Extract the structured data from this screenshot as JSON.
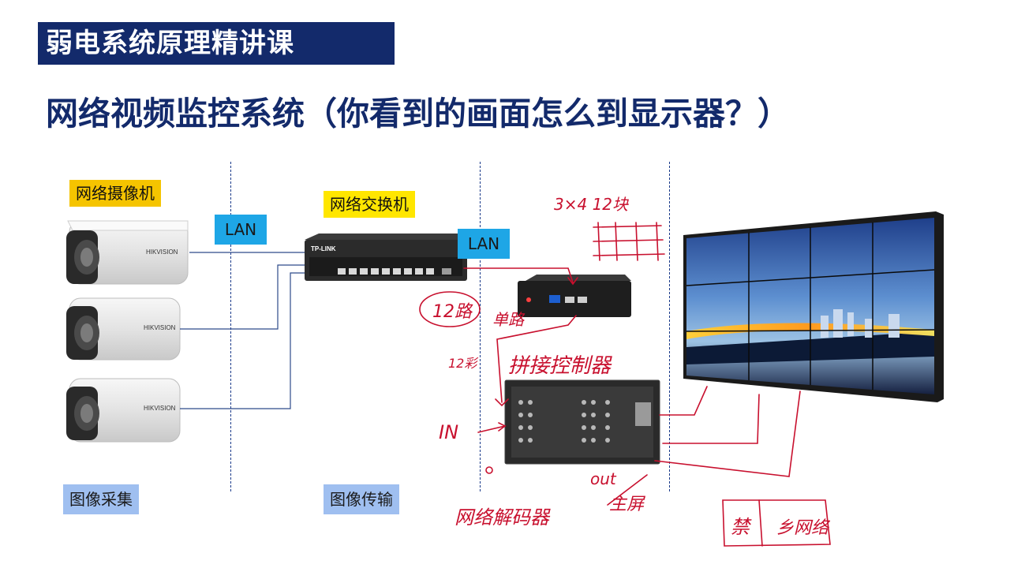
{
  "header": {
    "course_title": "弱电系统原理精讲课",
    "slide_title": "网络视频监控系统（你看到的画面怎么到显示器？）"
  },
  "labels": {
    "camera": "网络摄像机",
    "switch": "网络交换机",
    "lan_left": "LAN",
    "lan_right": "LAN",
    "capture": "图像采集",
    "transmission": "图像传输"
  },
  "devices": {
    "camera_brand": "HIKVISION",
    "switch_brand": "TP-LINK"
  },
  "handwriting": {
    "wall_spec": "3×4 12块",
    "channels_circled": "12路",
    "single_channel": "单路",
    "twelve_ch": "12彩",
    "splicer": "拼接控制器",
    "in_label": "IN",
    "out_label": "out",
    "screen": "主屏",
    "decoder": "网络解码器",
    "box_left": "禁",
    "box_right": "乡网络"
  },
  "colors": {
    "navy": "#132a6b",
    "yellow": "#ffe600",
    "blue_tag": "#1ea6e6",
    "light_blue_tag": "#9fbff0",
    "annotation_red": "#c8102e"
  }
}
